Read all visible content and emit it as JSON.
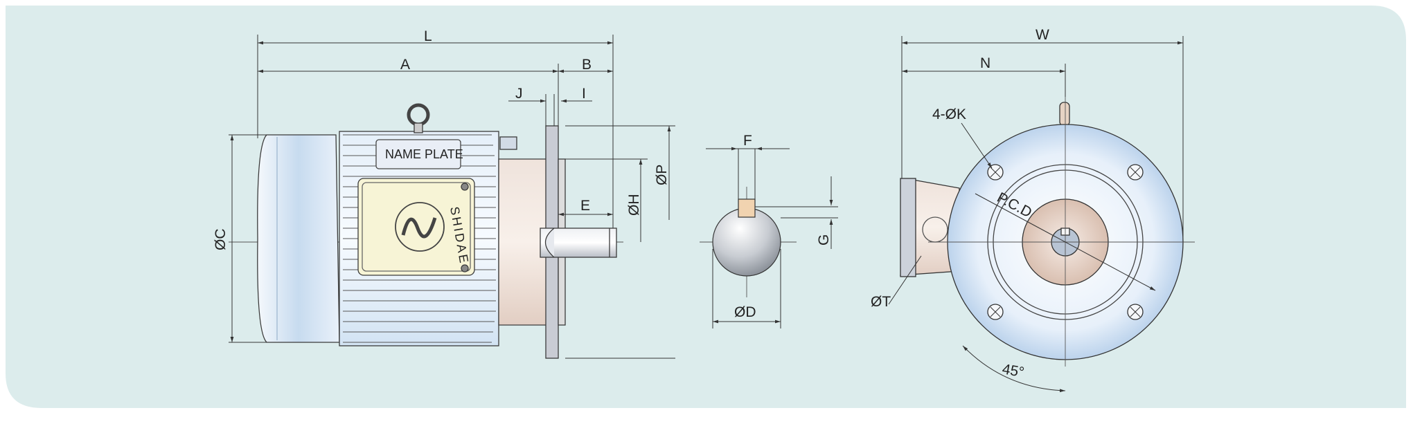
{
  "dimensions": {
    "L": "L",
    "A": "A",
    "B": "B",
    "J": "J",
    "I": "I",
    "C": "ØC",
    "H": "ØH",
    "P": "ØP",
    "E": "E",
    "F": "F",
    "G": "G",
    "D": "ØD",
    "W": "W",
    "N": "N",
    "K": "4-ØK",
    "PCD": "P.C.D",
    "T": "ØT",
    "angle": "45°"
  },
  "nameplate": {
    "label": "NAME PLATE",
    "brand": "SHIDAE"
  },
  "colors": {
    "background": "#dcecec",
    "body_blue": "#d5e6f5",
    "flange_pink": "#e8d8d0",
    "plate_cream": "#f7f4d6",
    "line": "#3a3a3a"
  }
}
